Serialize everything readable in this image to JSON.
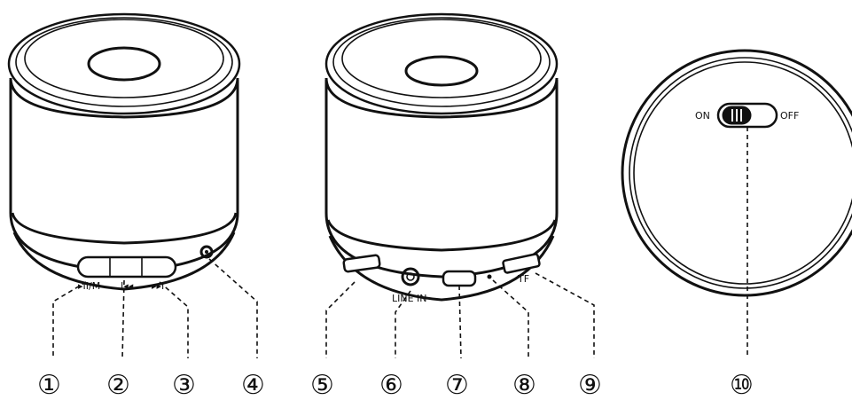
{
  "speakers": {
    "front": {
      "button_labels": [
        "▸II/M",
        "I◂◂",
        "▸▸I"
      ]
    },
    "back": {
      "line_in_label": "LINE IN",
      "tf_label": "TF"
    },
    "bottom": {
      "on_label": "ON",
      "off_label": "OFF"
    }
  },
  "callouts": [
    "①",
    "②",
    "③",
    "④",
    "⑤",
    "⑥",
    "⑦",
    "⑧",
    "⑨",
    "⑩"
  ]
}
